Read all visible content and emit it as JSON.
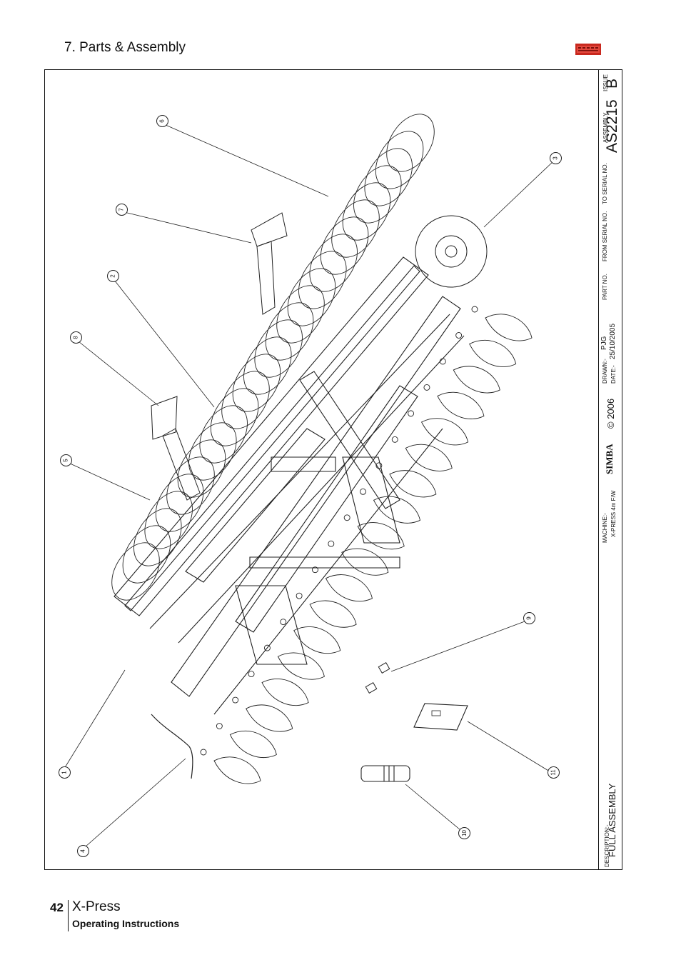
{
  "header": {
    "section_title": "7. Parts & Assembly",
    "logo_text": "SIMBA"
  },
  "title_block": {
    "issue_label": "ISSUE",
    "issue_value": "B",
    "assembly_label": "ASSEMBLY",
    "assembly_value": "AS2215",
    "to_serial_label": "TO SERIAL NO.",
    "from_serial_label": "FROM SERIAL NO.",
    "part_no_label": "PART NO.",
    "drawn_label": "DRAWN:-",
    "drawn_value": "PJG",
    "date_label": "DATE:-",
    "date_value": "25/10/2005",
    "copyright": "© 2006",
    "company_logo": "SIMBA",
    "machine_label": "MACHINE:-",
    "machine_value": "X-PRESS 4m F/W",
    "description_label": "DESCRIPTION:-",
    "description_value": "FULL ASSEMBLY"
  },
  "callouts": [
    "1",
    "2",
    "3",
    "4",
    "5",
    "6",
    "7",
    "8",
    "9",
    "10",
    "11"
  ],
  "footer": {
    "page_number": "42",
    "product": "X-Press",
    "subtitle": "Operating Instructions"
  }
}
